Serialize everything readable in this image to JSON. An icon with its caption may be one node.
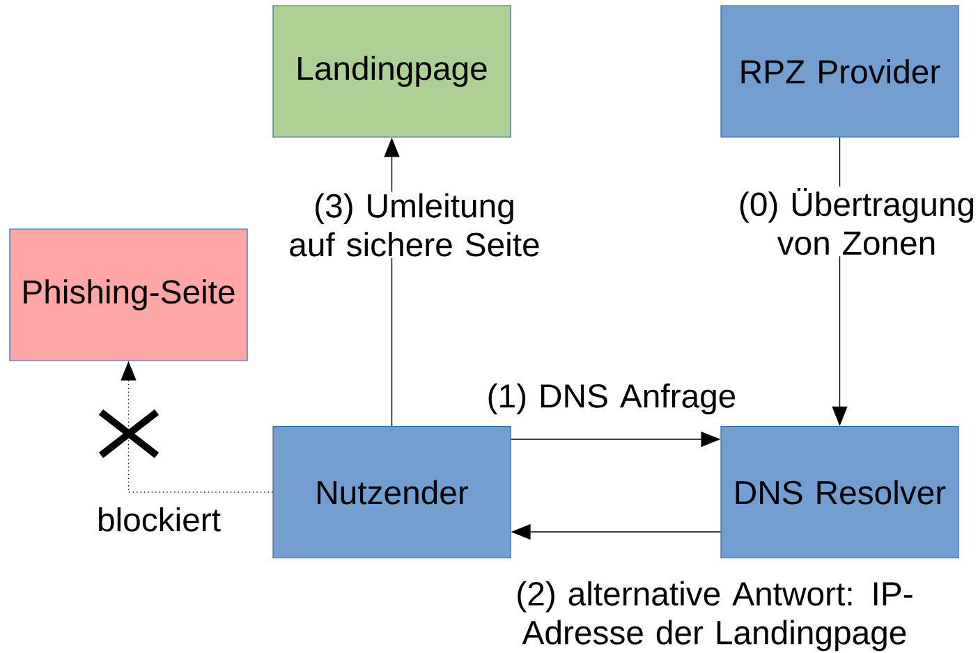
{
  "diagram": {
    "nodes": [
      {
        "text": [
          "Landingpage"
        ]
      },
      {
        "text": [
          "RPZ Provider"
        ]
      },
      {
        "text": [
          "Phishing-Seite"
        ]
      },
      {
        "text": [
          "Nutzender"
        ]
      },
      {
        "text": [
          "DNS Resolver"
        ]
      }
    ],
    "edges": [
      {
        "from": 1,
        "to": 4,
        "arrow": "to",
        "label": "(0) Übertragung von Zonen"
      },
      {
        "from": 3,
        "to": 4,
        "arrow": "to",
        "label": "(1) DNS Anfrage"
      },
      {
        "from": 4,
        "to": 3,
        "arrow": "to",
        "label": "(2) alternative Antwort: IP-Adresse der Landingpage"
      },
      {
        "from": 3,
        "to": 0,
        "arrow": "to",
        "label": "(3) Umleitung auf sichere Seite"
      },
      {
        "from": 3,
        "to": 2,
        "arrow": "to",
        "label": "blockiert",
        "style": "dashed"
      }
    ]
  }
}
